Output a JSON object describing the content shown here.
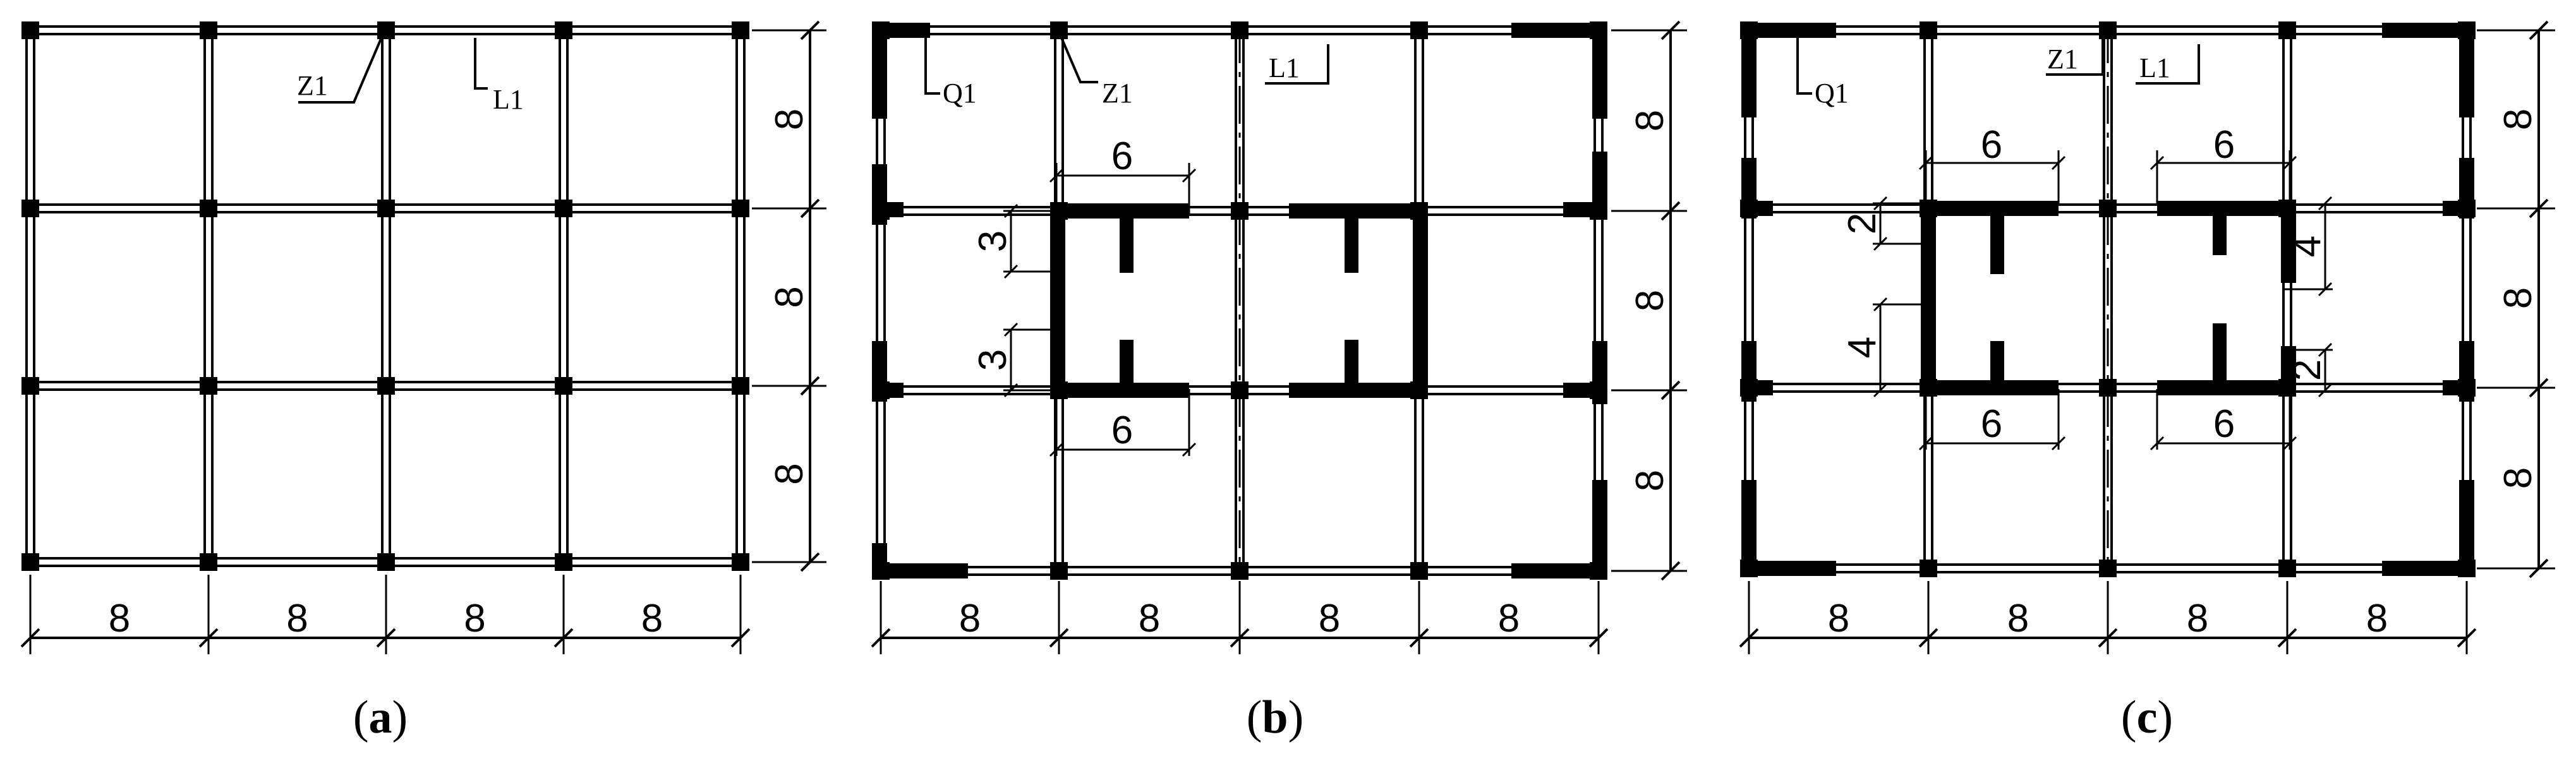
{
  "panels": [
    {
      "caption": "a",
      "dims_x": [
        "8",
        "8",
        "8",
        "8"
      ],
      "dims_y": [
        "8",
        "8",
        "8"
      ],
      "labels": {
        "column": "Z1",
        "beam": "L1"
      }
    },
    {
      "caption": "b",
      "dims_x": [
        "8",
        "8",
        "8",
        "8"
      ],
      "dims_y": [
        "8",
        "8",
        "8"
      ],
      "labels": {
        "wall": "Q1",
        "column": "Z1",
        "beam": "L1"
      },
      "core_dims": {
        "top_width": "6",
        "bottom_width": "6",
        "opening_upper": "3",
        "opening_lower": "3"
      }
    },
    {
      "caption": "c",
      "dims_x": [
        "8",
        "8",
        "8",
        "8"
      ],
      "dims_y": [
        "8",
        "8",
        "8"
      ],
      "labels": {
        "wall": "Q1",
        "column": "Z1",
        "beam": "L1"
      },
      "core_dims": {
        "left_top_width": "6",
        "right_top_width": "6",
        "left_bottom_width": "6",
        "right_bottom_width": "6",
        "left_upper": "2",
        "left_lower": "4",
        "right_upper": "4",
        "right_lower": "2"
      }
    }
  ],
  "colors": {
    "ink": "#000000",
    "background": "#ffffff"
  }
}
